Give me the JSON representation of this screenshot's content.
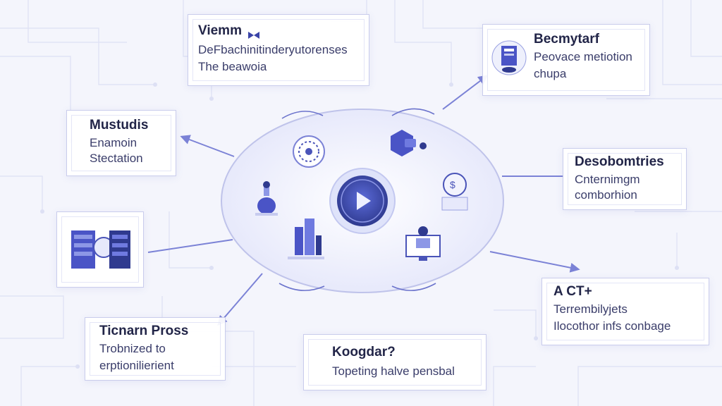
{
  "colors": {
    "accent": "#5a63c8",
    "accent_dark": "#2f3a8f",
    "hub_fill": "#eef0fc",
    "line": "#7b82d6",
    "card_border": "#c9ccec"
  },
  "center": {
    "icon": "play-icon"
  },
  "cards": {
    "top_left": {
      "title": "Viemm",
      "title_icon": "ribbon-icon",
      "lines": [
        "DeFbachinitinderyutorenses",
        "The beawoia"
      ]
    },
    "top_right": {
      "title": "Becmytarf",
      "icon": "document-stack-icon",
      "lines": [
        "Peovace metiotion",
        "chupa"
      ]
    },
    "mid_left": {
      "title": "Mustudis",
      "lines": [
        "Enamoin",
        "Stectation"
      ]
    },
    "right": {
      "title": "Desobomtries",
      "lines": [
        "Cnternimgm",
        "comborhion"
      ]
    },
    "image_left": {
      "icon": "server-rack-icon"
    },
    "bottom_right": {
      "title": "A CT+",
      "lines": [
        "Terrembilyjets",
        "Ilocothor infs conbage"
      ]
    },
    "bottom_left": {
      "title": "Ticnarn Pross",
      "lines": [
        "Trobnized to",
        "erptionilierient"
      ]
    },
    "bottom_center": {
      "title": "Koogdar?",
      "lines": [
        "Topeting halve pensbal"
      ]
    }
  },
  "hub_icons": [
    "gear-wheel-icon",
    "hexagon-node-icon",
    "pot-plant-icon",
    "chat-bubble-icon",
    "building-icon",
    "monitor-user-icon"
  ]
}
